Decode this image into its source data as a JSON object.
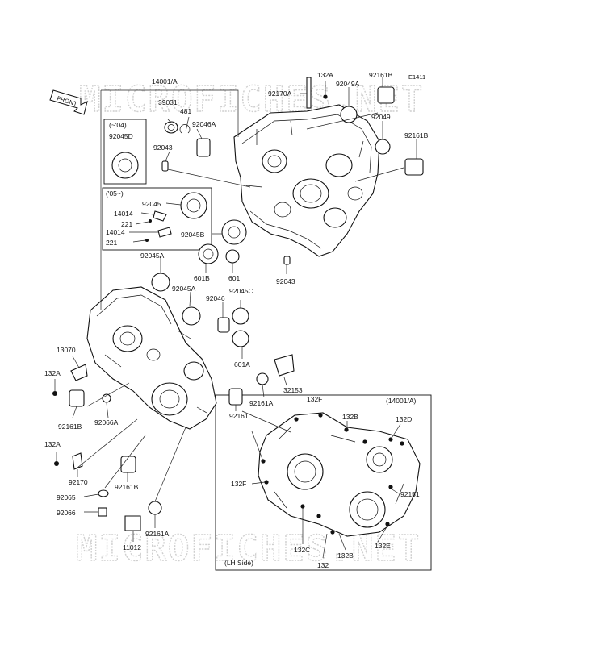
{
  "watermark": "MICROFICHES.NET",
  "diagram_code": "E1411",
  "front_label": "FRONT",
  "box_labels": {
    "to_04": "(~'04)",
    "from_05": "('05~)",
    "assembly": "(14001/A)",
    "lh_side": "(LH Side)"
  },
  "parts": [
    {
      "id": "p1",
      "text": "14001/A"
    },
    {
      "id": "p2",
      "text": "39031"
    },
    {
      "id": "p3",
      "text": "481"
    },
    {
      "id": "p4",
      "text": "92046A"
    },
    {
      "id": "p5",
      "text": "92045D"
    },
    {
      "id": "p6",
      "text": "92043"
    },
    {
      "id": "p7",
      "text": "92045"
    },
    {
      "id": "p8",
      "text": "14014"
    },
    {
      "id": "p9",
      "text": "221"
    },
    {
      "id": "p10",
      "text": "14014"
    },
    {
      "id": "p11",
      "text": "221"
    },
    {
      "id": "p12",
      "text": "92045A"
    },
    {
      "id": "p13",
      "text": "92045B"
    },
    {
      "id": "p14",
      "text": "601B"
    },
    {
      "id": "p15",
      "text": "601"
    },
    {
      "id": "p16",
      "text": "92045A"
    },
    {
      "id": "p17",
      "text": "92046"
    },
    {
      "id": "p18",
      "text": "92045C"
    },
    {
      "id": "p19",
      "text": "601A"
    },
    {
      "id": "p20",
      "text": "32153"
    },
    {
      "id": "p21",
      "text": "92161A"
    },
    {
      "id": "p22",
      "text": "92161"
    },
    {
      "id": "p23",
      "text": "13070"
    },
    {
      "id": "p24",
      "text": "132A"
    },
    {
      "id": "p25",
      "text": "92161B"
    },
    {
      "id": "p26",
      "text": "92066A"
    },
    {
      "id": "p27",
      "text": "132A"
    },
    {
      "id": "p28",
      "text": "92170"
    },
    {
      "id": "p29",
      "text": "92161B"
    },
    {
      "id": "p30",
      "text": "92065"
    },
    {
      "id": "p31",
      "text": "92066"
    },
    {
      "id": "p32",
      "text": "92161A"
    },
    {
      "id": "p33",
      "text": "11012"
    },
    {
      "id": "p34",
      "text": "92170A"
    },
    {
      "id": "p35",
      "text": "132A"
    },
    {
      "id": "p36",
      "text": "92049A"
    },
    {
      "id": "p37",
      "text": "92161B"
    },
    {
      "id": "p38",
      "text": "92049"
    },
    {
      "id": "p39",
      "text": "92161B"
    },
    {
      "id": "p40",
      "text": "92043"
    },
    {
      "id": "p41",
      "text": "132F"
    },
    {
      "id": "p42",
      "text": "132B"
    },
    {
      "id": "p43",
      "text": "132D"
    },
    {
      "id": "p44",
      "text": "132F"
    },
    {
      "id": "p45",
      "text": "92151"
    },
    {
      "id": "p46",
      "text": "132E"
    },
    {
      "id": "p47",
      "text": "132C"
    },
    {
      "id": "p48",
      "text": "132B"
    },
    {
      "id": "p49",
      "text": "132"
    }
  ]
}
